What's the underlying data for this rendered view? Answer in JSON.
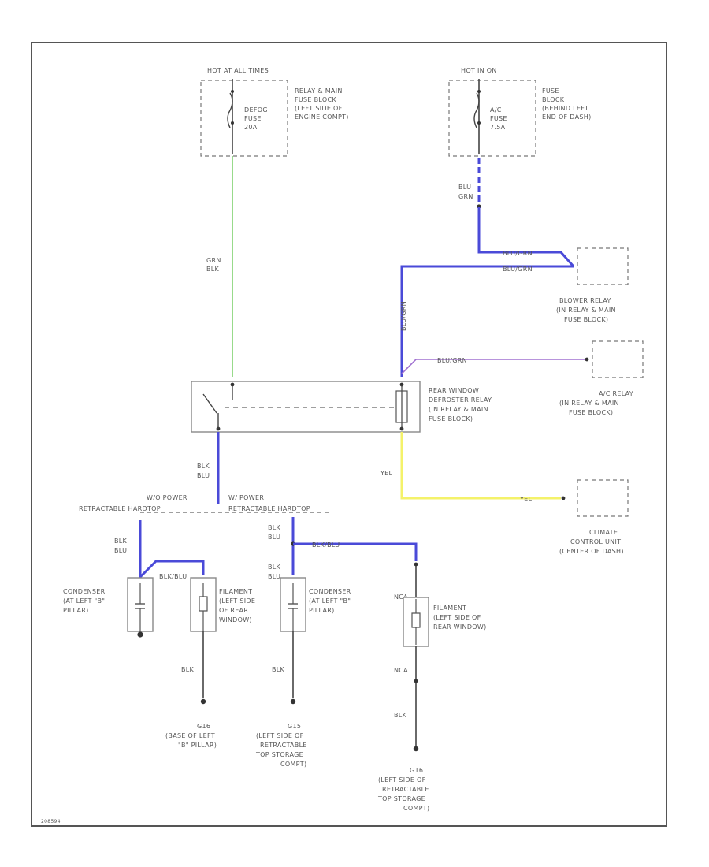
{
  "diagram": {
    "hot_at_all_times": "HOT AT ALL TIMES",
    "relay_main_fuse_block_label": [
      "RELAY & MAIN",
      "FUSE BLOCK",
      "(LEFT SIDE OF",
      "ENGINE COMPT)"
    ],
    "defog_fuse": [
      "DEFOG",
      "FUSE",
      "20A"
    ],
    "hot_in_on": "HOT IN ON",
    "fuse_block_label": [
      "FUSE",
      "BLOCK",
      "(BEHIND LEFT",
      "END OF DASH)"
    ],
    "ac_fuse": [
      "A/C",
      "FUSE",
      "7.5A"
    ],
    "wire_blu_grn": [
      "BLU",
      "GRN"
    ],
    "wire_grn_blk": [
      "GRN",
      "BLK"
    ],
    "wire_blu_grn_h1": "BLU/GRN",
    "wire_blu_grn_h2": "BLU/GRN",
    "wire_blu_grn_v": "BLU/GRN",
    "blower_relay": [
      "BLOWER RELAY",
      "(IN RELAY & MAIN",
      "FUSE BLOCK)"
    ],
    "wire_blu_grn_violet": "BLU/GRN",
    "ac_relay": [
      "A/C RELAY",
      "(IN RELAY & MAIN",
      "FUSE BLOCK)"
    ],
    "rear_window_defroster_relay": [
      "REAR WINDOW",
      "DEFROSTER RELAY",
      "(IN RELAY & MAIN",
      "FUSE BLOCK)"
    ],
    "wire_blk_blu_1": [
      "BLK",
      "BLU"
    ],
    "wire_yel_1": "YEL",
    "wire_yel_2": "YEL",
    "climate_control_unit": [
      "CLIMATE",
      "CONTROL UNIT",
      "(CENTER OF DASH)"
    ],
    "w_o_power_retractable_hardtop": [
      "W/O POWER",
      "RETRACTABLE HARDTOP"
    ],
    "w_power_retractable_hardtop": [
      "W/ POWER",
      "RETRACTABLE HARDTOP"
    ],
    "wire_blk_blu_2": [
      "BLK",
      "BLU"
    ],
    "wire_blk_blu_3": [
      "BLK",
      "BLU"
    ],
    "wire_blk_blu_4": "BLK/BLU",
    "wire_blk_blu_5": "BLK/BLU",
    "wire_blk_blu_6": [
      "BLK",
      "BLU"
    ],
    "condenser_left": [
      "CONDENSER",
      "(AT LEFT \"B\"",
      "PILLAR)"
    ],
    "filament_left": [
      "FILAMENT",
      "(LEFT SIDE",
      "OF REAR",
      "WINDOW)"
    ],
    "condenser_mid": [
      "CONDENSER",
      "(AT LEFT \"B\"",
      "PILLAR)"
    ],
    "filament_right": [
      "FILAMENT",
      "(LEFT SIDE OF",
      "REAR WINDOW)"
    ],
    "wire_nca_1": "NCA",
    "wire_nca_2": "NCA",
    "wire_blk_1": "BLK",
    "wire_blk_2": "BLK",
    "wire_blk_3": "BLK",
    "ground_1": [
      "G16",
      "(BASE OF LEFT",
      "\"B\" PILLAR)"
    ],
    "ground_2": [
      "G15",
      "(LEFT SIDE OF",
      "RETRACTABLE",
      "TOP STORAGE",
      "COMPT)"
    ],
    "ground_3": [
      "G16",
      "(LEFT SIDE OF",
      "RETRACTABLE",
      "TOP STORAGE",
      "COMPT)"
    ],
    "figure_id": "208594"
  },
  "colors": {
    "wire_blue": "#4a4ad8",
    "wire_green": "#7ed06e",
    "wire_violet": "#a070d0",
    "wire_yellow": "#f4f26a",
    "wire_black": "#444444"
  }
}
